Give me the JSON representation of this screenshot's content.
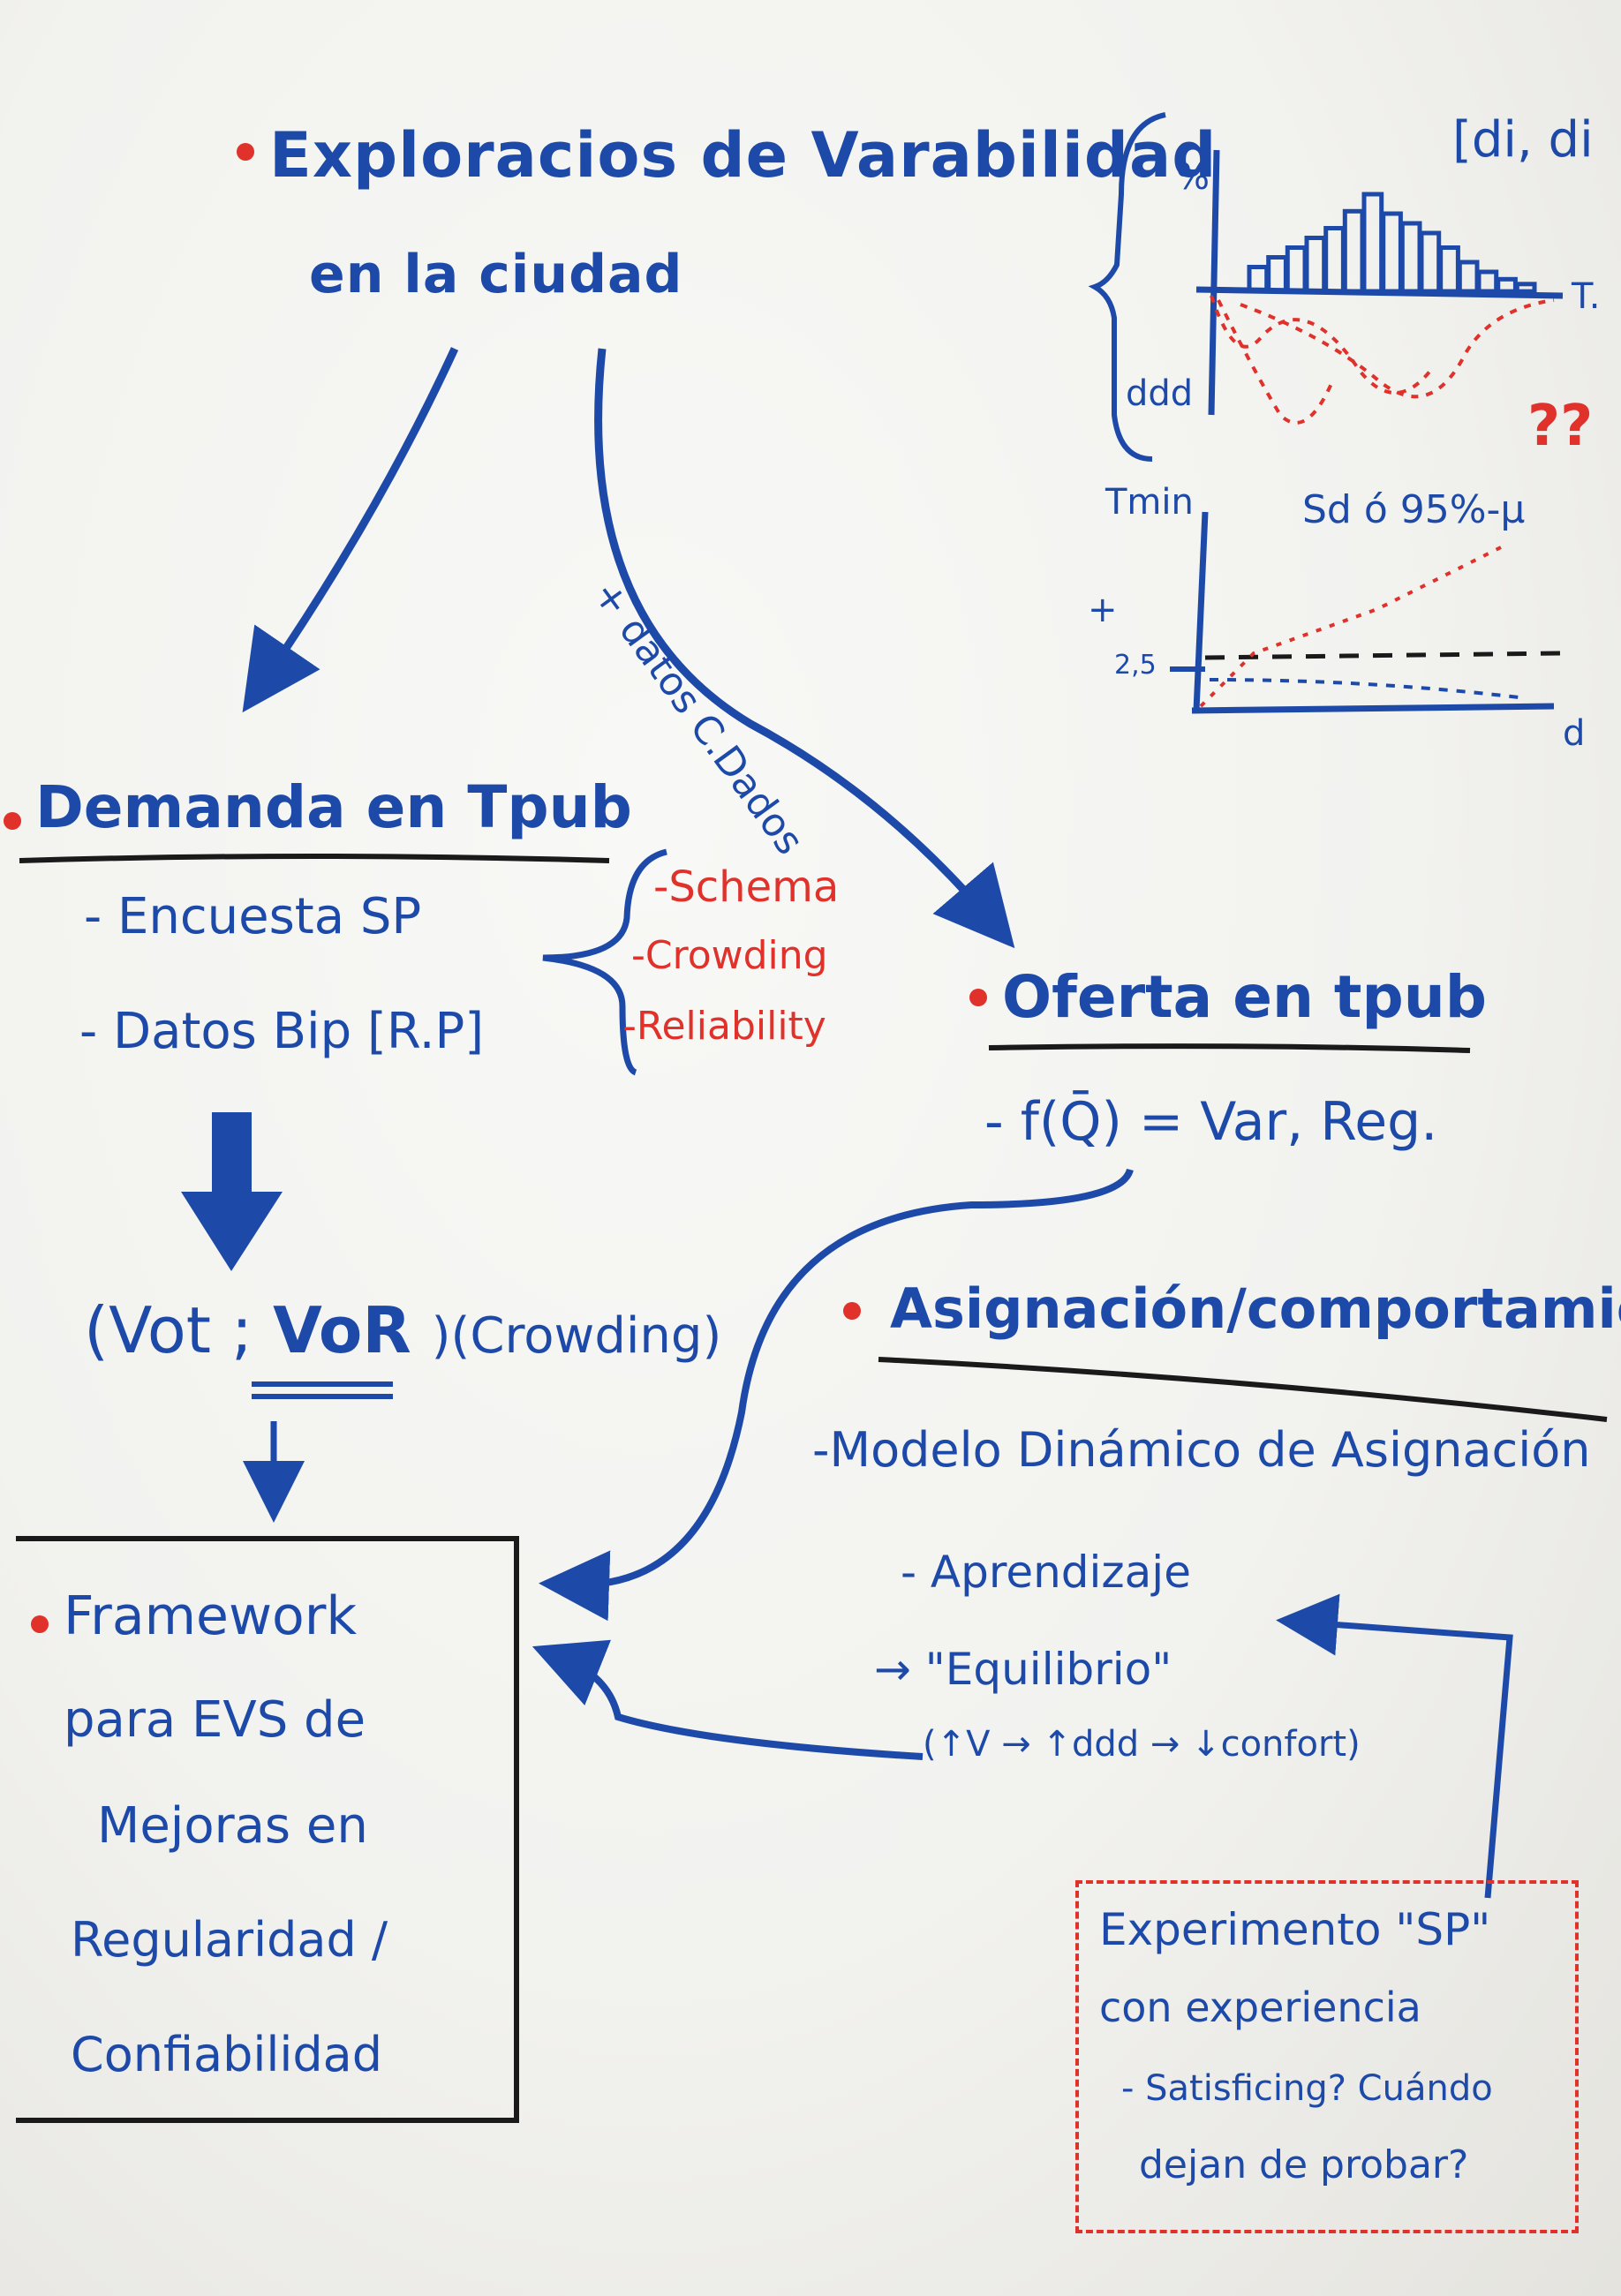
{
  "title": {
    "line1": "Exploracios de Varabilidad",
    "line2": "en la ciudad"
  },
  "arrow_label": "+ datos C.Dados",
  "top_chart": {
    "label_bracket": "[di, di",
    "y_label": "%",
    "y_label_bottom": "ddd",
    "x_label": "T.",
    "annotation": "??"
  },
  "bottom_chart": {
    "y_label": "Tmin",
    "series_label": "Sd ó 95%-μ",
    "plus": "+",
    "tick": "2,5",
    "x_label": "d"
  },
  "demanda": {
    "heading": "Demanda en Tpub",
    "item1": "- Encuesta SP",
    "item2": "- Datos Bip [R.P]",
    "sub": [
      "-Schema",
      "-Crowding",
      "-Reliability"
    ]
  },
  "vot": {
    "part1": "(Vot ;",
    "part2": "VoR",
    "part3": ")(Crowding)"
  },
  "oferta": {
    "heading": "Oferta en tpub",
    "item1": "- f(Q̄) = Var, Reg."
  },
  "asignacion": {
    "heading": "Asignación/comportamiento",
    "item1": "-Modelo Dinámico de Asignación",
    "item2": "- Aprendizaje",
    "item3": "→ \"Equilibrio\"",
    "item4": "(↑V → ↑ddd → ↓confort)"
  },
  "framework": {
    "lines": [
      "Framework",
      "para EVS de",
      "Mejoras en",
      "Regularidad /",
      "Confiabilidad"
    ]
  },
  "experimento": {
    "lines": [
      "Experimento \"SP\"",
      "con experiencia",
      "- Satisficing? Cuándo",
      "dejan de probar?"
    ]
  },
  "colors": {
    "marker_blue": "#1d4aa8",
    "marker_red": "#e0312b",
    "marker_black": "#1a1a1a"
  },
  "chart_data": [
    {
      "type": "bar",
      "title": "",
      "xlabel": "T.",
      "ylabel": "%",
      "values": [
        10,
        14,
        18,
        22,
        26,
        33,
        40,
        32,
        28,
        24,
        18,
        12,
        8,
        5,
        3
      ],
      "lower_series_label": "ddd",
      "note": "??"
    },
    {
      "type": "line",
      "title": "",
      "xlabel": "d",
      "ylabel": "Tmin",
      "reference_tick": "2,5",
      "series": [
        {
          "name": "Sd ó 95%-μ",
          "values": [
            0,
            1,
            2,
            3,
            4,
            5,
            6,
            7,
            8
          ]
        },
        {
          "name": "",
          "values": [
            0.2,
            0.15,
            0.1,
            0.05,
            0,
            -0.05,
            -0.1,
            -0.15,
            -0.2
          ]
        }
      ]
    }
  ]
}
